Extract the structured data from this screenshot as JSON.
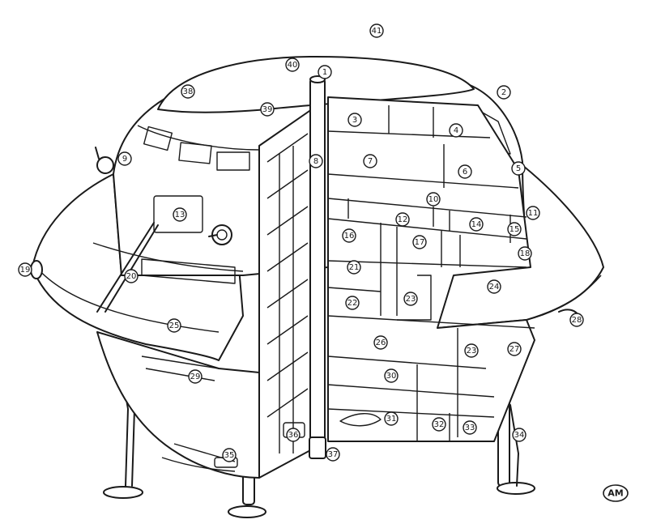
{
  "diagram": {
    "callouts": [
      {
        "id": "1"
      },
      {
        "id": "2"
      },
      {
        "id": "3"
      },
      {
        "id": "4"
      },
      {
        "id": "5"
      },
      {
        "id": "6"
      },
      {
        "id": "7"
      },
      {
        "id": "8"
      },
      {
        "id": "9"
      },
      {
        "id": "10"
      },
      {
        "id": "11"
      },
      {
        "id": "12"
      },
      {
        "id": "13"
      },
      {
        "id": "14"
      },
      {
        "id": "15"
      },
      {
        "id": "16"
      },
      {
        "id": "17"
      },
      {
        "id": "18"
      },
      {
        "id": "19"
      },
      {
        "id": "20"
      },
      {
        "id": "21"
      },
      {
        "id": "22"
      },
      {
        "id": "23a",
        "label": "23"
      },
      {
        "id": "23b",
        "label": "23"
      },
      {
        "id": "24"
      },
      {
        "id": "25"
      },
      {
        "id": "26"
      },
      {
        "id": "27"
      },
      {
        "id": "28"
      },
      {
        "id": "29"
      },
      {
        "id": "30"
      },
      {
        "id": "31"
      },
      {
        "id": "32"
      },
      {
        "id": "33"
      },
      {
        "id": "34"
      },
      {
        "id": "35"
      },
      {
        "id": "36"
      },
      {
        "id": "37"
      },
      {
        "id": "38"
      },
      {
        "id": "39"
      },
      {
        "id": "40"
      },
      {
        "id": "41"
      }
    ],
    "maker_mark": "AM"
  }
}
